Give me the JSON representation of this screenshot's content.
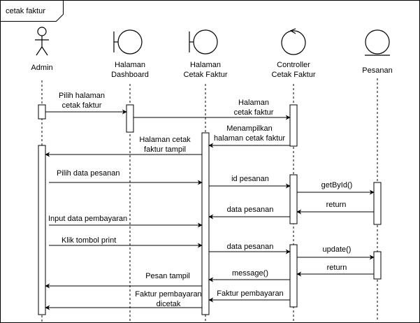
{
  "frame": {
    "title": "cetak faktur"
  },
  "participants": [
    {
      "id": "admin",
      "kind": "actor",
      "label_lines": [
        "Admin"
      ]
    },
    {
      "id": "dashboard",
      "kind": "boundary",
      "label_lines": [
        "Halaman",
        "Dashboard"
      ]
    },
    {
      "id": "cetak_page",
      "kind": "boundary",
      "label_lines": [
        "Halaman",
        "Cetak Faktur"
      ]
    },
    {
      "id": "controller",
      "kind": "control",
      "label_lines": [
        "Controller",
        "Cetak Faktur"
      ]
    },
    {
      "id": "pesanan",
      "kind": "entity",
      "label_lines": [
        "Pesanan"
      ]
    }
  ],
  "messages": [
    {
      "from": "admin",
      "to": "dashboard",
      "label_lines": [
        "Pilih halaman",
        "cetak faktur"
      ]
    },
    {
      "from": "dashboard",
      "to": "controller",
      "label_lines": [
        "Halaman",
        "cetak faktur"
      ]
    },
    {
      "from": "controller",
      "to": "cetak_page",
      "label_lines": [
        "Menampilkan",
        "halaman cetak faktur"
      ]
    },
    {
      "from": "cetak_page",
      "to": "admin",
      "label_lines": [
        "Halaman cetak",
        "faktur tampil"
      ]
    },
    {
      "from": "admin",
      "to": "cetak_page",
      "label_lines": [
        "Pilih data pesanan"
      ]
    },
    {
      "from": "cetak_page",
      "to": "controller",
      "label_lines": [
        "id pesanan"
      ]
    },
    {
      "from": "controller",
      "to": "pesanan",
      "label_lines": [
        "getById()"
      ]
    },
    {
      "from": "pesanan",
      "to": "controller",
      "label_lines": [
        "return"
      ]
    },
    {
      "from": "controller",
      "to": "cetak_page",
      "label_lines": [
        "data pesanan"
      ]
    },
    {
      "from": "admin",
      "to": "cetak_page",
      "label_lines": [
        "Input data pembayaran"
      ]
    },
    {
      "from": "admin",
      "to": "cetak_page",
      "label_lines": [
        "Klik tombol print"
      ]
    },
    {
      "from": "cetak_page",
      "to": "controller",
      "label_lines": [
        "data pesanan"
      ]
    },
    {
      "from": "controller",
      "to": "pesanan",
      "label_lines": [
        "update()"
      ]
    },
    {
      "from": "pesanan",
      "to": "controller",
      "label_lines": [
        "return"
      ]
    },
    {
      "from": "controller",
      "to": "cetak_page",
      "label_lines": [
        "message()"
      ]
    },
    {
      "from": "cetak_page",
      "to": "admin",
      "label_lines": [
        "Pesan tampil"
      ]
    },
    {
      "from": "controller",
      "to": "cetak_page",
      "label_lines": [
        "Faktur pembayaran"
      ]
    },
    {
      "from": "cetak_page",
      "to": "admin",
      "label_lines": [
        "Faktur pembayaran",
        "dicetak"
      ]
    }
  ]
}
